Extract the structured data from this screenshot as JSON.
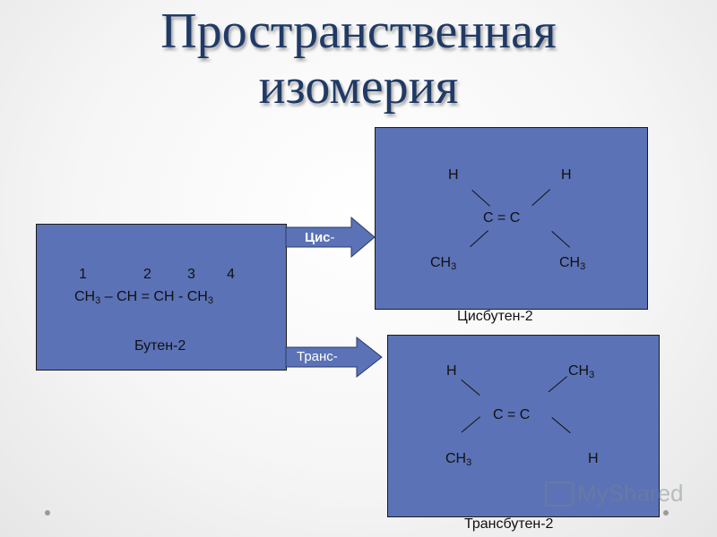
{
  "title": {
    "line1": "Пространственная",
    "line2": "изомерия"
  },
  "butene": {
    "numbers": [
      "1",
      "2",
      "3",
      "4"
    ],
    "formula": {
      "ch3a": "CH",
      "sub3a": "3",
      "dash1": "–",
      "ch1": "CH",
      "eq": "=",
      "ch2": "CH",
      "dash2": "-",
      "ch3b": "CH",
      "sub3b": "3"
    },
    "name": "Бутен-2"
  },
  "arrows": {
    "cis_label_bold": "Цис",
    "cis_label_rest": "-",
    "trans_label": "Транс-"
  },
  "cis": {
    "h_left": "H",
    "h_right": "H",
    "core": "C = C",
    "ch_left": "CH",
    "ch_left_sub": "3",
    "ch_right": "CH",
    "ch_right_sub": "3",
    "name": "Цисбутен-2"
  },
  "trans": {
    "h_top": "H",
    "ch_top": "CH",
    "ch_top_sub": "3",
    "core": "C = C",
    "ch_bottom": "CH",
    "ch_bottom_sub": "3",
    "h_bottom": "H",
    "name": "Трансбутен-2"
  },
  "watermark": "MyShared",
  "colors": {
    "box": "#5b72b6",
    "title": "#1f3a66",
    "arrow": "#5b72b6"
  }
}
